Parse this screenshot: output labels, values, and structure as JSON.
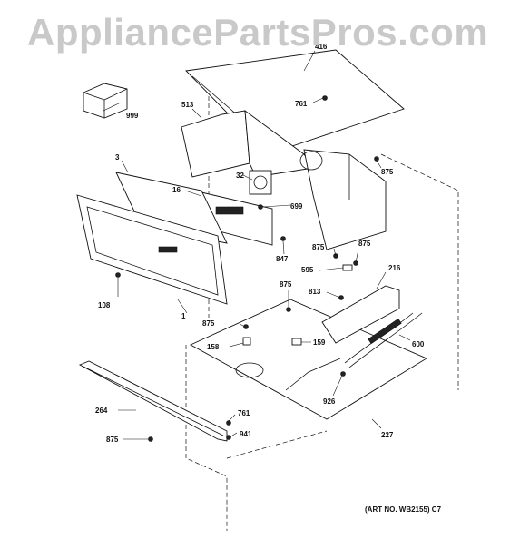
{
  "watermark": "AppliancePartsPros.com",
  "art_number": "(ART NO. WB2155) C7",
  "callouts": {
    "c416": "416",
    "c761a": "761",
    "c513": "513",
    "c999": "999",
    "c3": "3",
    "c32": "32",
    "c875a": "875",
    "c16": "16",
    "c699": "699",
    "c847": "847",
    "c875b": "875",
    "c875c": "875",
    "c216": "216",
    "c595": "595",
    "c108": "108",
    "c875d": "875",
    "c813": "813",
    "c1": "1",
    "c875e": "875",
    "c158": "158",
    "c159": "159",
    "c600": "600",
    "c926": "926",
    "c264": "264",
    "c761b": "761",
    "c875f": "875",
    "c941": "941",
    "c227": "227"
  }
}
